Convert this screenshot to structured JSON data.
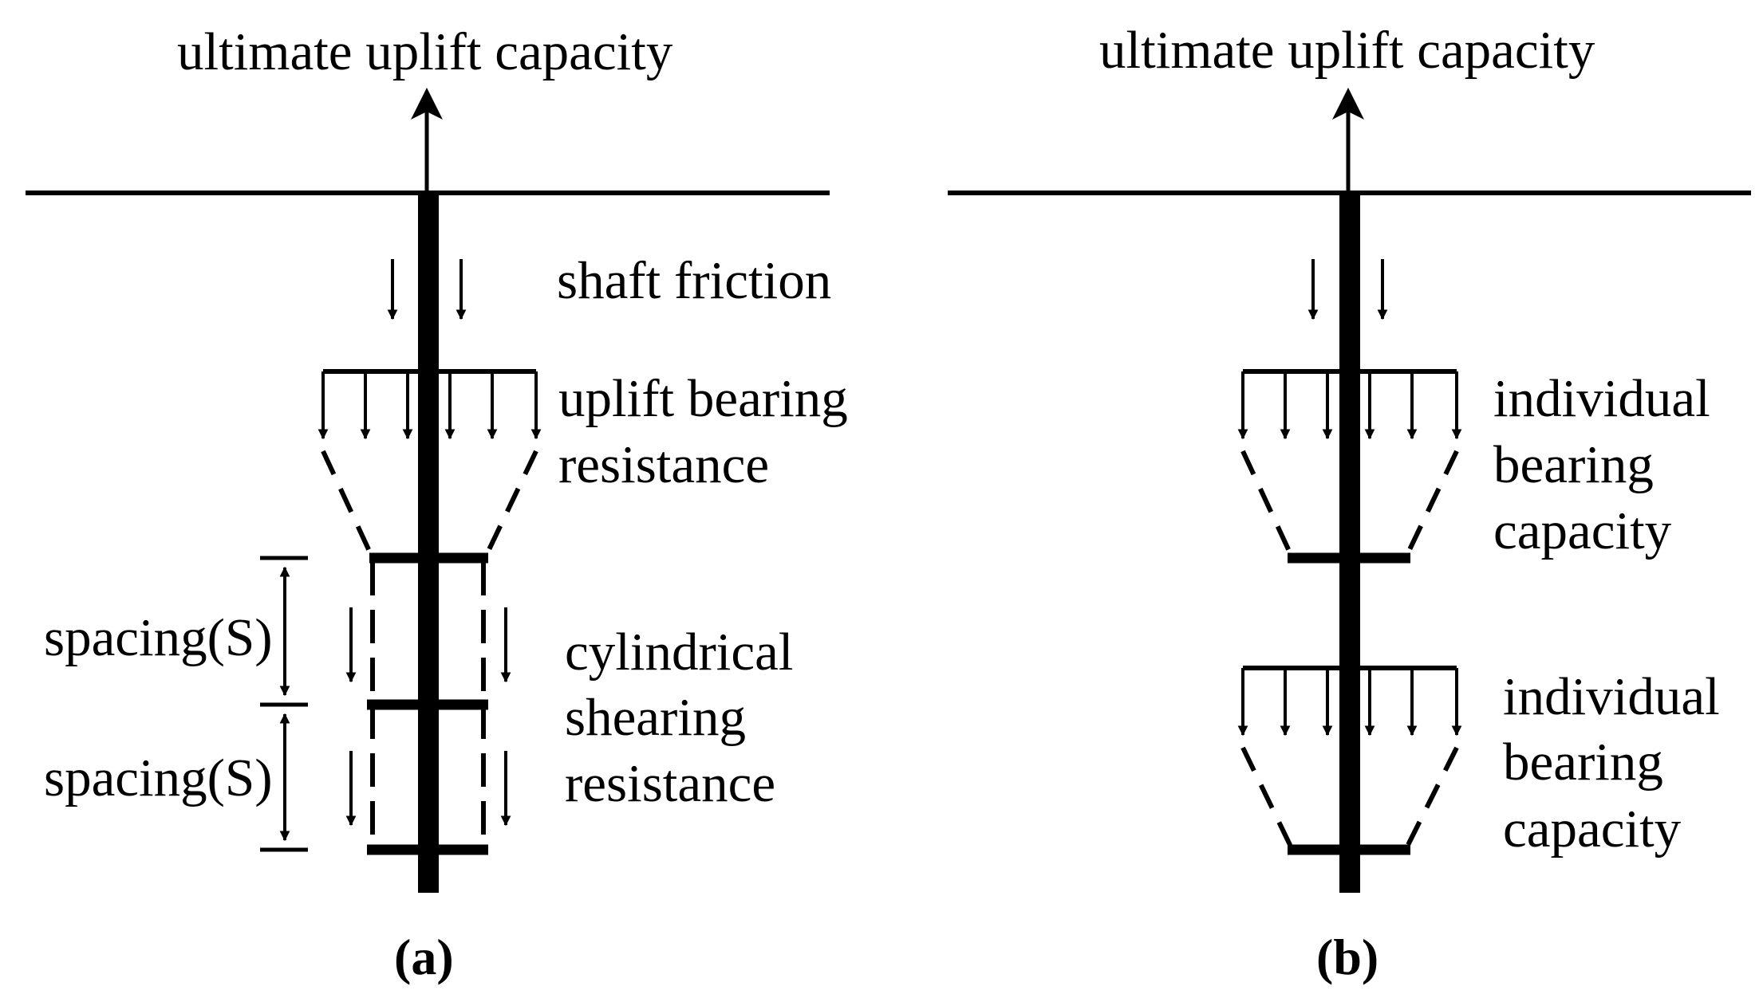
{
  "panel_a": {
    "top_label": "ultimate uplift capacity",
    "shaft_friction": "shaft friction",
    "uplift_bearing_line1": "uplift bearing",
    "uplift_bearing_line2": "resistance",
    "spacing_upper": "spacing(S)",
    "spacing_lower": "spacing(S)",
    "cylindrical_line1": "cylindrical",
    "cylindrical_line2": "shearing",
    "cylindrical_line3": "resistance",
    "caption": "(a)"
  },
  "panel_b": {
    "top_label": "ultimate uplift capacity",
    "upper_line1": "individual",
    "upper_line2": "bearing",
    "upper_line3": "capacity",
    "lower_line1": "individual",
    "lower_line2": "bearing",
    "lower_line3": "capacity",
    "caption": "(b)"
  },
  "colors": {
    "ink": "#000000",
    "background": "#ffffff"
  }
}
